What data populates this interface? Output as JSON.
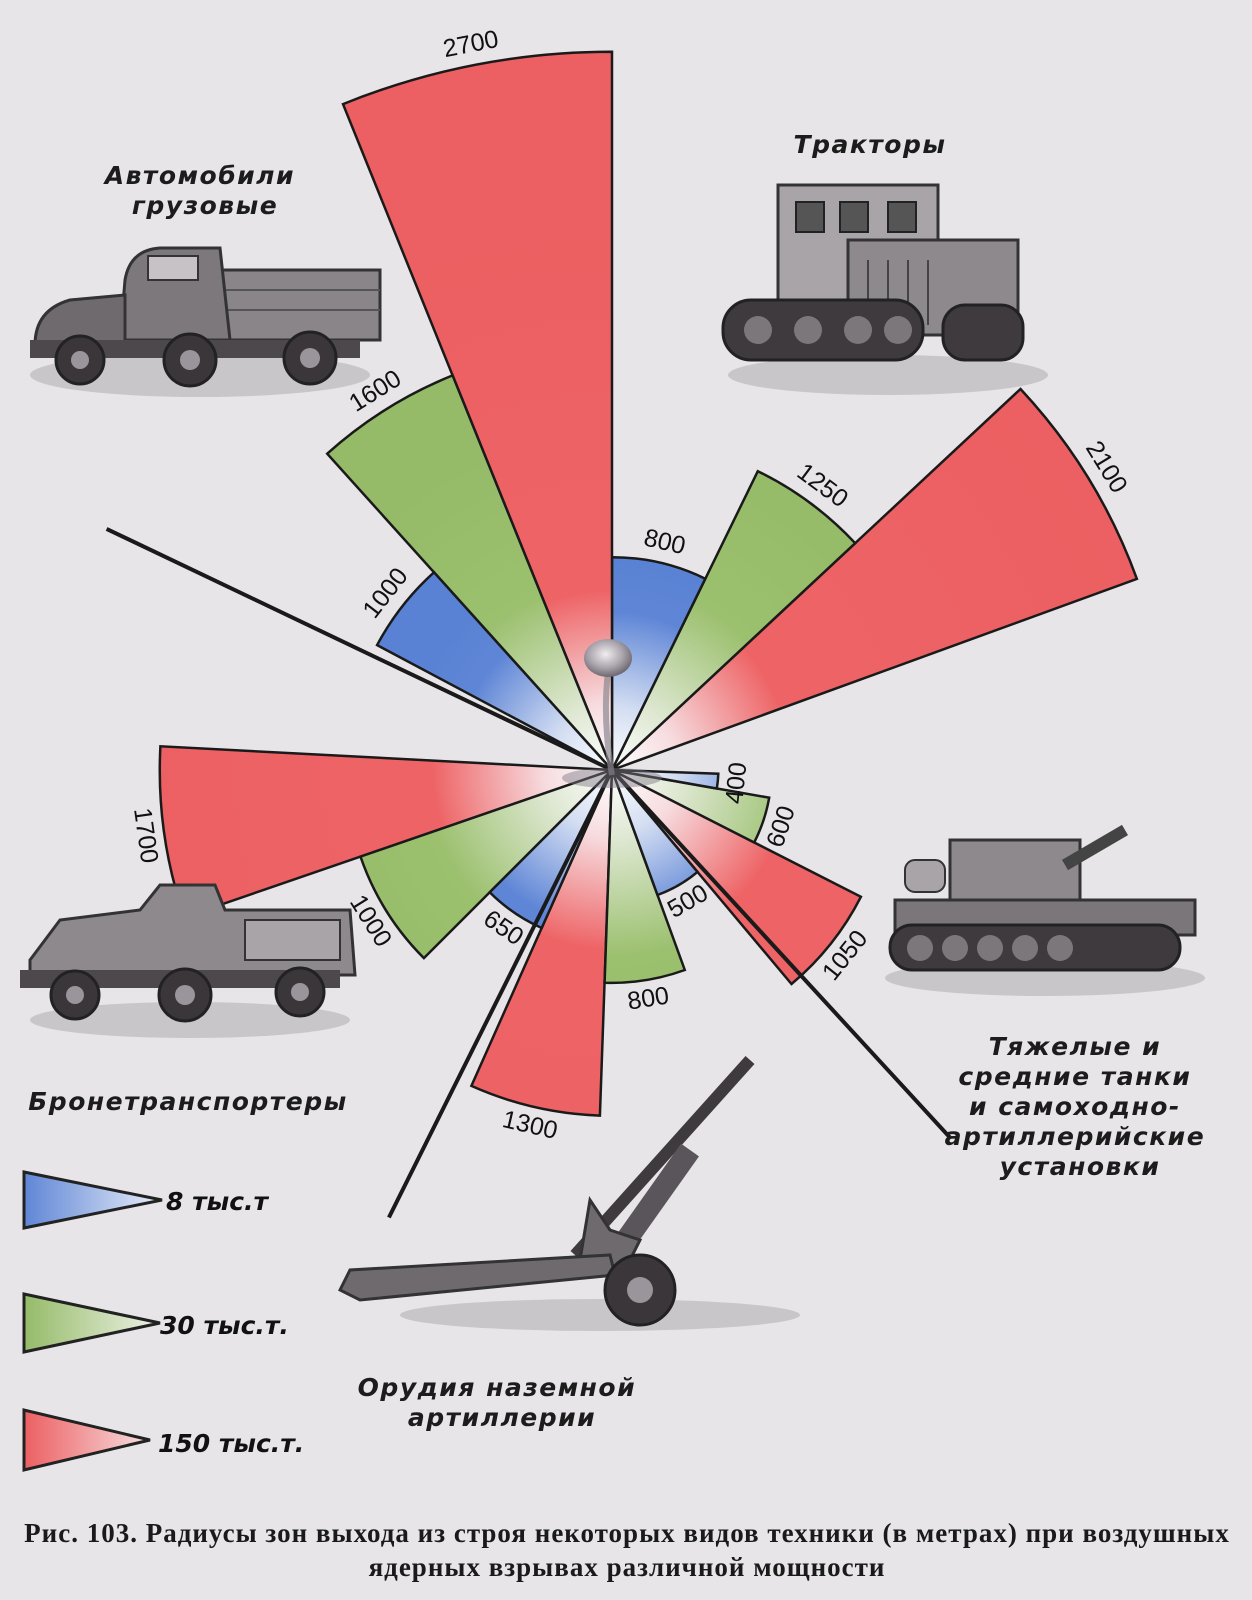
{
  "chart_data": {
    "type": "polar-bar",
    "unit": "м",
    "caption_prefix": "Рис. 103.",
    "caption_text": "Радиусы зон выхода из строя некоторых видов техники (в метрах) при воздушных ядерных взрывах различной мощности",
    "series": [
      {
        "name": "8 тыс.т",
        "color": "#5f86d6"
      },
      {
        "name": "30 тыс.т.",
        "color": "#9bc06e"
      },
      {
        "name": "150 тыс.т.",
        "color": "#ee6466"
      }
    ],
    "categories": [
      {
        "name": "Тракторы",
        "values": [
          800,
          1250,
          2100
        ]
      },
      {
        "name": "Тяжелые и средние танки и самоходно-артиллерийские установки",
        "values": [
          400,
          600,
          1050
        ]
      },
      {
        "name": "Орудия наземной артиллерии",
        "values": [
          500,
          800,
          1300
        ]
      },
      {
        "name": "Бронетранспортеры",
        "values": [
          650,
          1000,
          1700
        ]
      },
      {
        "name": "Автомобили грузовые",
        "values": [
          1000,
          1600,
          2700
        ]
      }
    ],
    "category_labels": [
      {
        "key": "trucks",
        "lines": [
          "Автомобили",
          "грузовые"
        ]
      },
      {
        "key": "tractors",
        "lines": [
          "Тракторы"
        ]
      },
      {
        "key": "tanks",
        "lines": [
          "Тяжелые и",
          "средние танки",
          "и самоходно-",
          "артиллерийские",
          "установки"
        ]
      },
      {
        "key": "artillery",
        "lines": [
          "Орудия наземной",
          "артиллерии"
        ]
      },
      {
        "key": "apc",
        "lines": [
          "Бронетранспортеры"
        ]
      }
    ],
    "icons": [
      "truck-icon",
      "tractor-icon",
      "tank-icon",
      "artillery-gun-icon",
      "apc-icon",
      "mushroom-cloud-icon"
    ]
  }
}
